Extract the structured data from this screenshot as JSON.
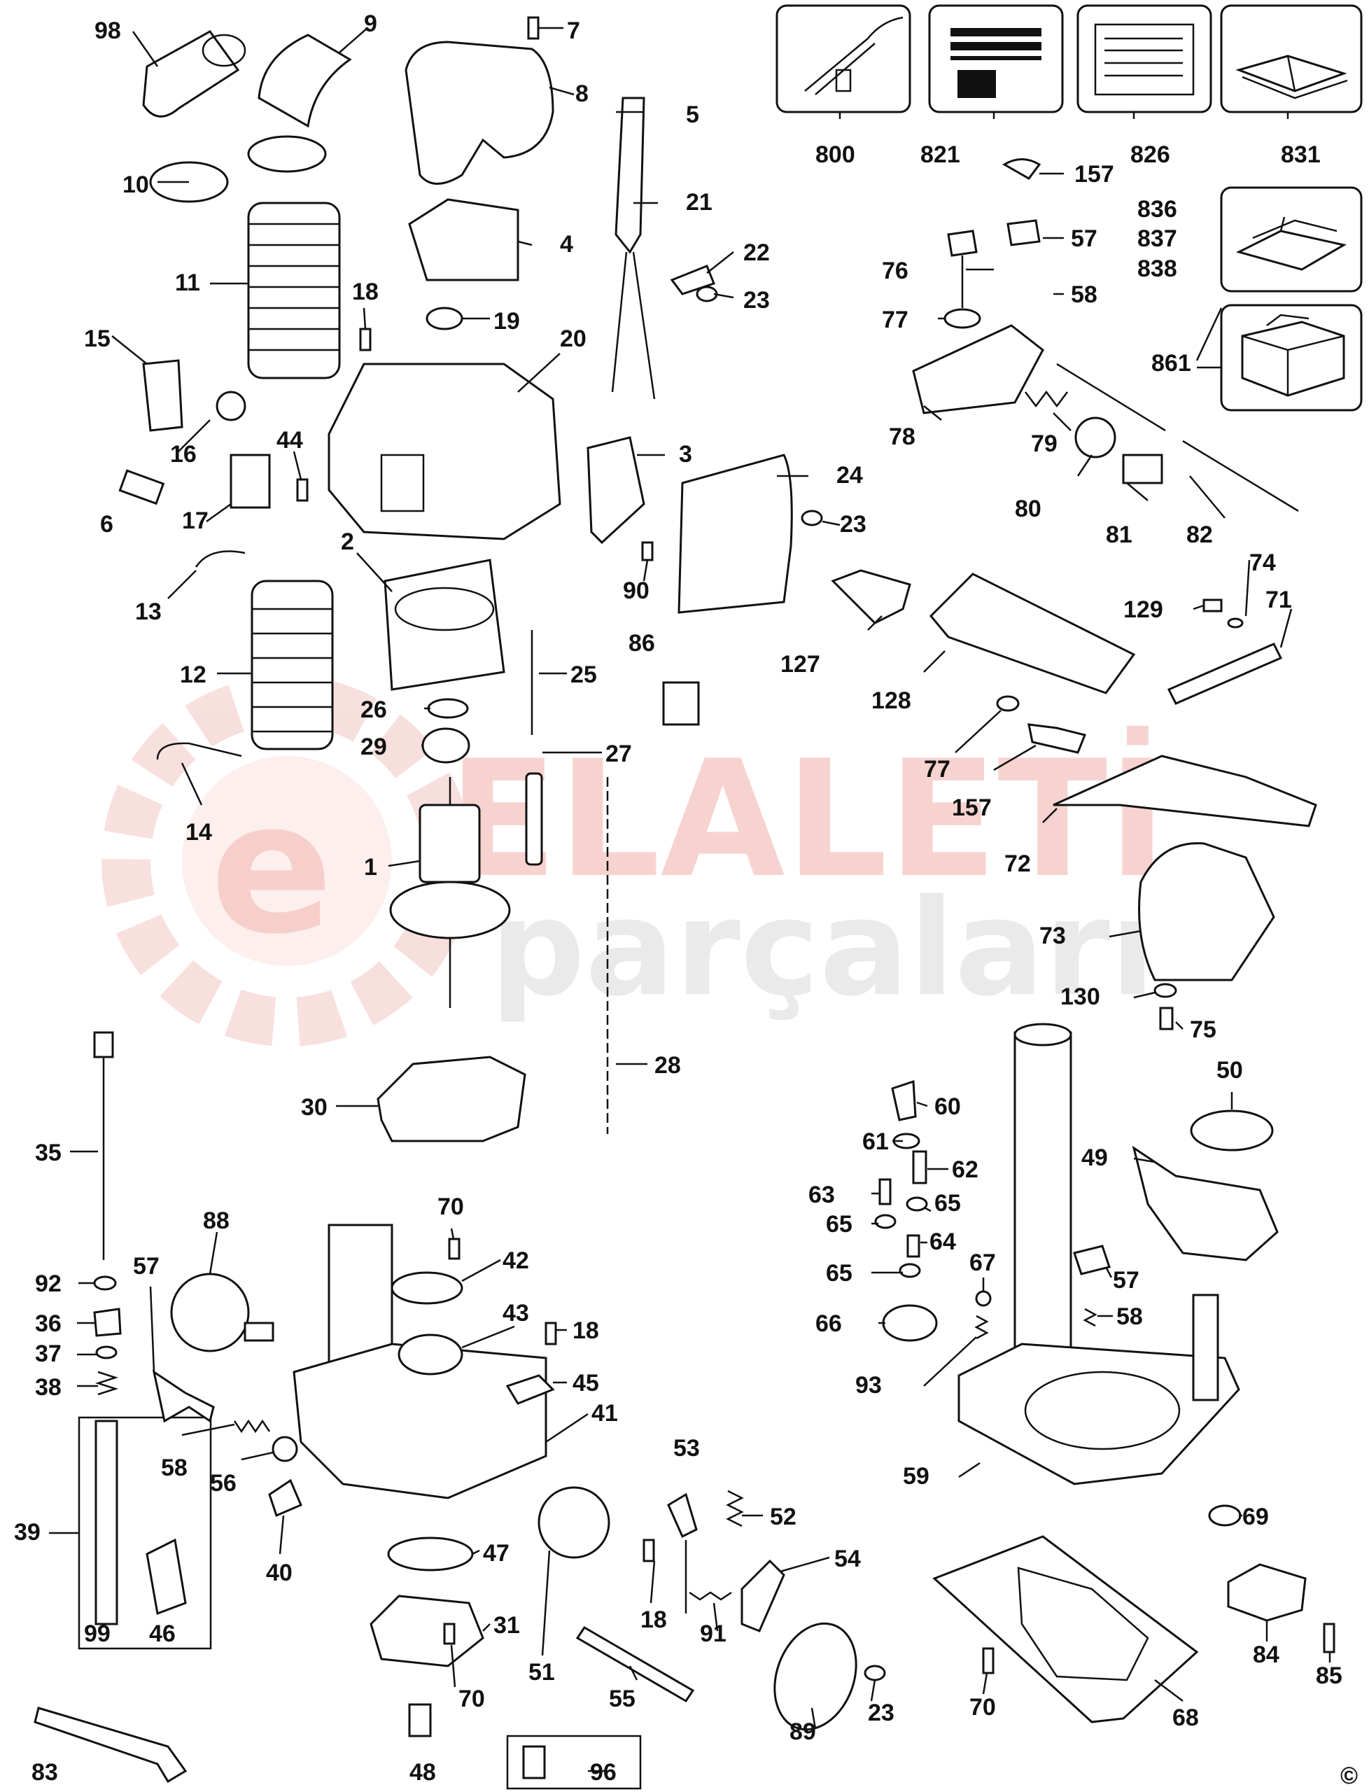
{
  "watermark": {
    "line1": "ELALETİ",
    "line2": "parçaları",
    "brand_letter": "e",
    "color": "#f2b8b4"
  },
  "copyright_mark": "©",
  "parts": {
    "p1": "1",
    "p2": "2",
    "p3": "3",
    "p4": "4",
    "p5": "5",
    "p6": "6",
    "p7": "7",
    "p8": "8",
    "p9": "9",
    "p10": "10",
    "p11": "11",
    "p12": "12",
    "p13": "13",
    "p14": "14",
    "p15": "15",
    "p16": "16",
    "p17": "17",
    "p18a": "18",
    "p18b": "18",
    "p18c": "18",
    "p19": "19",
    "p20": "20",
    "p21": "21",
    "p22": "22",
    "p23a": "23",
    "p23b": "23",
    "p23c": "23",
    "p24": "24",
    "p25": "25",
    "p26": "26",
    "p27": "27",
    "p28": "28",
    "p29": "29",
    "p30": "30",
    "p31": "31",
    "p35": "35",
    "p36": "36",
    "p37": "37",
    "p38": "38",
    "p39": "39",
    "p40": "40",
    "p41": "41",
    "p42": "42",
    "p43": "43",
    "p44": "44",
    "p45": "45",
    "p46": "46",
    "p47": "47",
    "p48": "48",
    "p49": "49",
    "p50": "50",
    "p51": "51",
    "p52": "52",
    "p53": "53",
    "p54": "54",
    "p55": "55",
    "p56": "56",
    "p57a": "57",
    "p57b": "57",
    "p57c": "57",
    "p58a": "58",
    "p58b": "58",
    "p58c": "58",
    "p59": "59",
    "p60": "60",
    "p61": "61",
    "p62": "62",
    "p63": "63",
    "p64": "64",
    "p65a": "65",
    "p65b": "65",
    "p65c": "65",
    "p66": "66",
    "p67": "67",
    "p68": "68",
    "p69": "69",
    "p70a": "70",
    "p70b": "70",
    "p70c": "70",
    "p71": "71",
    "p72": "72",
    "p73": "73",
    "p74": "74",
    "p75": "75",
    "p76": "76",
    "p77a": "77",
    "p77b": "77",
    "p78": "78",
    "p79": "79",
    "p80": "80",
    "p81": "81",
    "p82": "82",
    "p83": "83",
    "p84": "84",
    "p85": "85",
    "p86": "86",
    "p88": "88",
    "p89": "89",
    "p90": "90",
    "p91": "91",
    "p92": "92",
    "p93": "93",
    "p96": "96",
    "p98": "98",
    "p99": "99",
    "p127": "127",
    "p128": "128",
    "p129": "129",
    "p130": "130",
    "p157a": "157",
    "p157b": "157",
    "p800": "800",
    "p821": "821",
    "p826": "826",
    "p831": "831",
    "p836": "836",
    "p837": "837",
    "p838": "838",
    "p861": "861"
  }
}
